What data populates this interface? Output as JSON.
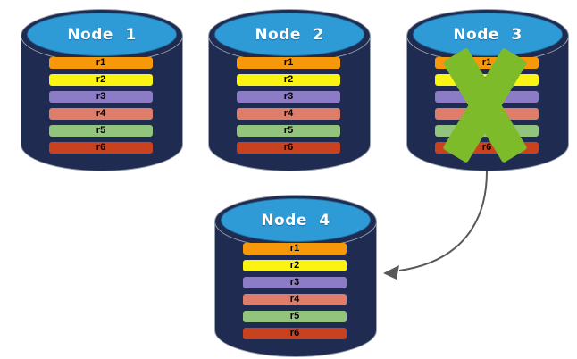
{
  "colors": {
    "background": "#FFFFFF",
    "cylinder_body": "#1F2B50",
    "cylinder_top": "#2E9AD6",
    "cylinder_outline": "#9AA3B0",
    "node_title": "#FFFFFF",
    "bar_label": "#000000",
    "x_mark": "#7DBB2B",
    "arrow": "#595959"
  },
  "nodes": [
    {
      "title": "Node 1",
      "failed": false
    },
    {
      "title": "Node 2",
      "failed": false
    },
    {
      "title": "Node 3",
      "failed": true
    },
    {
      "title": "Node 4",
      "failed": false
    }
  ],
  "replicas": [
    {
      "label": "r1",
      "color": "#F7980B"
    },
    {
      "label": "r2",
      "color": "#FBF311"
    },
    {
      "label": "r3",
      "color": "#8B7CC5"
    },
    {
      "label": "r4",
      "color": "#DE7D6A"
    },
    {
      "label": "r5",
      "color": "#93C47D"
    },
    {
      "label": "r6",
      "color": "#C8421F"
    }
  ],
  "arrow": {
    "from": "Node 3",
    "to": "Node 4"
  }
}
